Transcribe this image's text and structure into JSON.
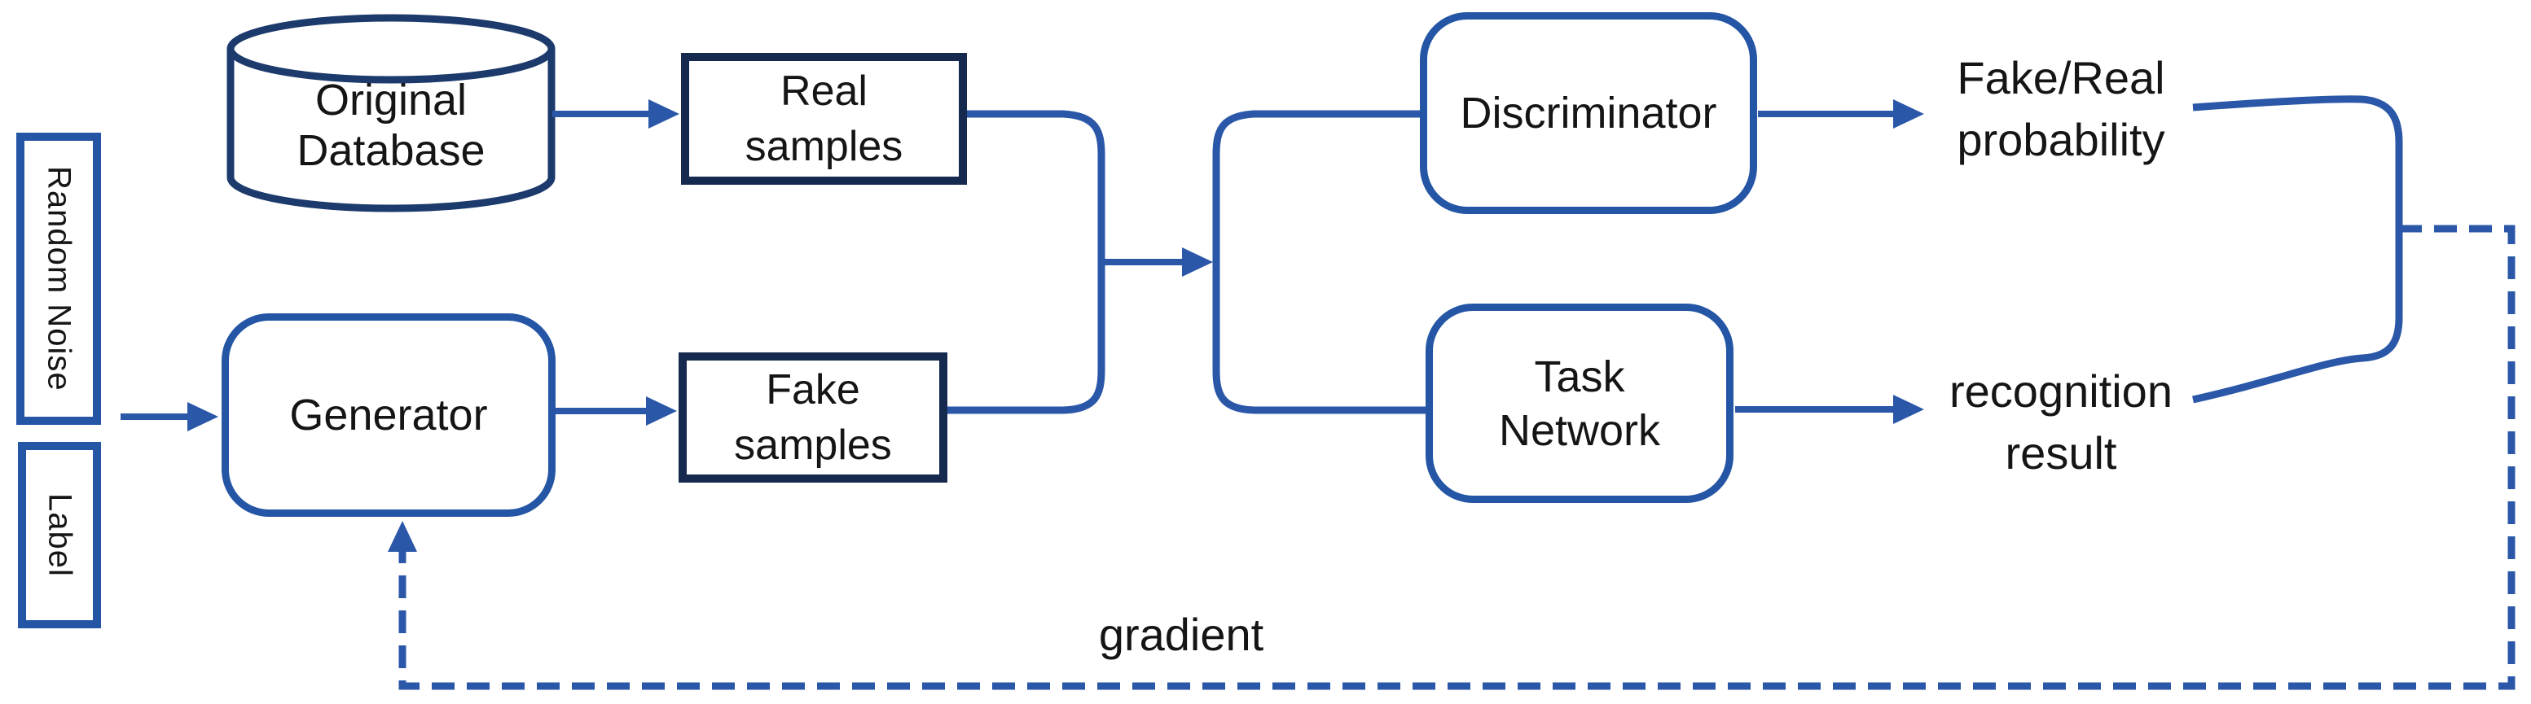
{
  "colors": {
    "connector_blue": "#2a57a8",
    "box_border_blue": "#2456a5",
    "dark_navy": "#16294f",
    "cylinder_navy": "#1c3a6b",
    "text": "#151515",
    "background": "#ffffff"
  },
  "nodes": {
    "random_noise": "Random Noise",
    "label": "Label",
    "original_database": "Original\nDatabase",
    "generator": "Generator",
    "real_samples": "Real\nsamples",
    "fake_samples": "Fake\nsamples",
    "discriminator": "Discriminator",
    "task_network": "Task\nNetwork"
  },
  "outputs": {
    "fake_real_probability": "Fake/Real\nprobability",
    "recognition_result": "recognition\nresult"
  },
  "labels": {
    "gradient": "gradient"
  }
}
